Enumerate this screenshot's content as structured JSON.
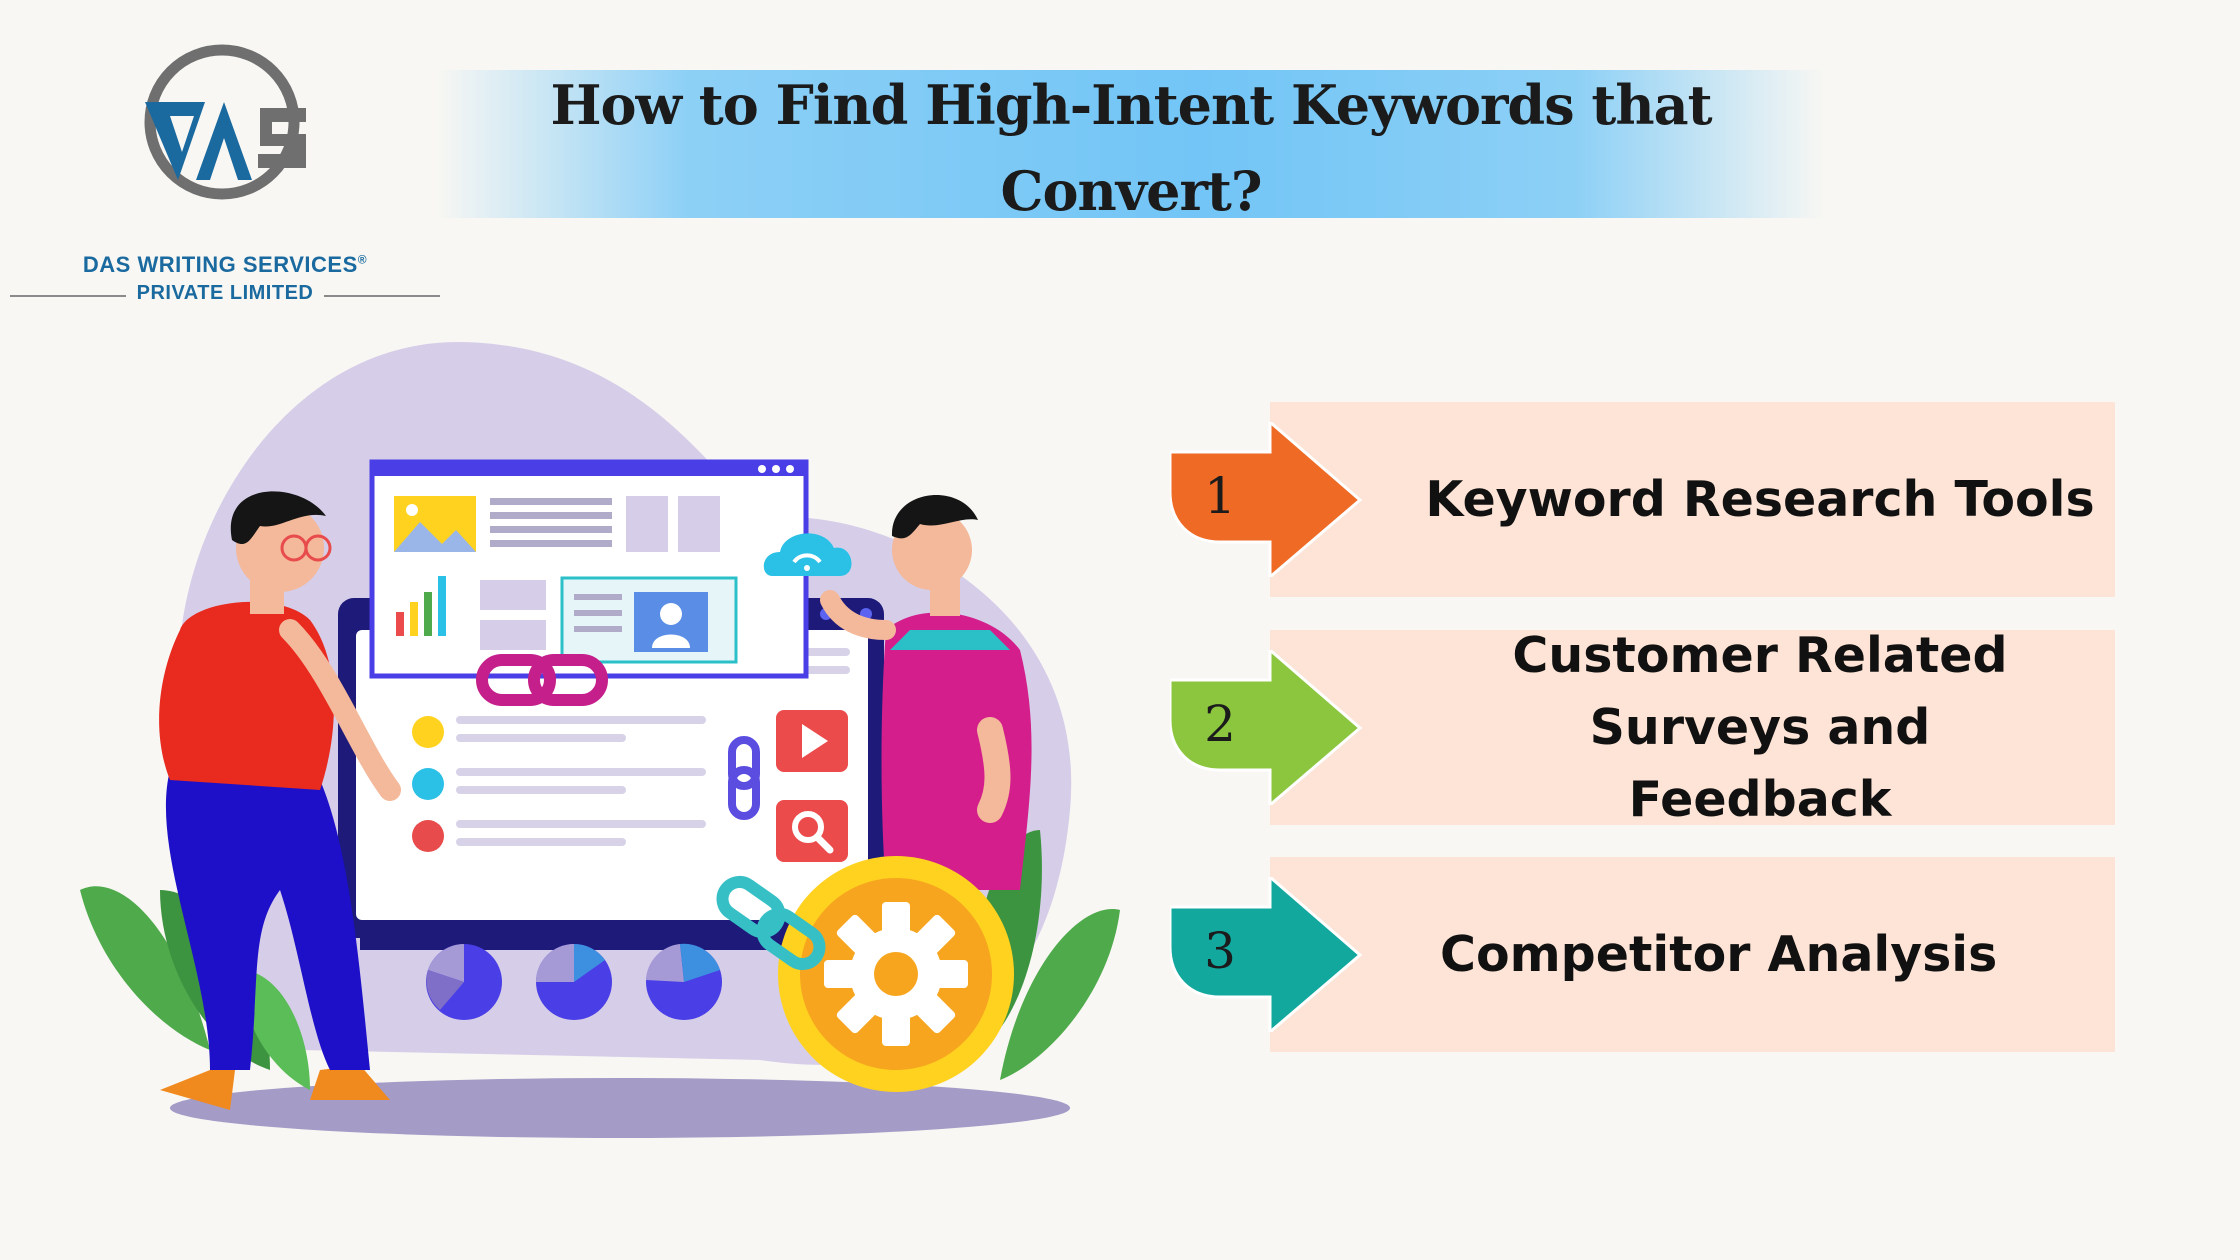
{
  "brand": {
    "logo_letters": "DAS",
    "name_line1": "DAS WRITING SERVICES",
    "registered_mark": "®",
    "name_line2": "PRIVATE LIMITED"
  },
  "title": {
    "line1": "How to Find High-Intent Keywords that",
    "line2": "Convert?"
  },
  "steps": [
    {
      "number": "1",
      "label": "Keyword Research Tools",
      "color": "#ef6a24"
    },
    {
      "number": "2",
      "label": "Customer Related Surveys and Feedback",
      "color": "#8cc63f"
    },
    {
      "number": "3",
      "label": "Competitor Analysis",
      "color": "#13a89e"
    }
  ],
  "colors": {
    "background": "#f8f7f3",
    "panel": "#fde4d6",
    "title_band": "#72c5f6",
    "brand_blue": "#1a6aa0"
  },
  "illustration": {
    "description_icons": [
      "browser-window-icon",
      "link-chain-icon",
      "play-button-icon",
      "search-icon",
      "gear-icon",
      "wifi-cloud-icon",
      "pie-chart-icon",
      "bar-chart-icon",
      "user-profile-icon",
      "leaf-plant-icon"
    ]
  }
}
